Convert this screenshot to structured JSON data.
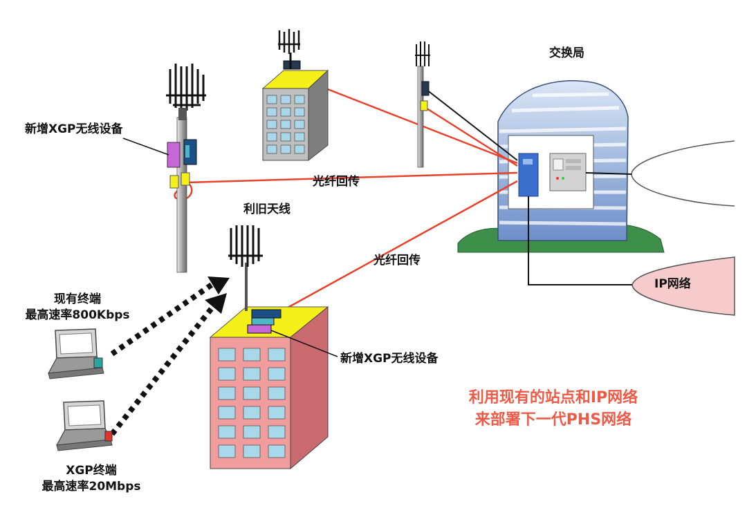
{
  "labels": {
    "exchange": "交换局",
    "new_equipment_top": "新增XGP无线设备",
    "fiber_backhaul_1": "光纤回传",
    "reuse_antenna": "利旧天线",
    "fiber_backhaul_2": "光纤回传",
    "existing_terminal": "现有终端",
    "existing_rate": "最高速率800Kbps",
    "new_equipment_bottom": "新增XGP无线设备",
    "xgp_terminal": "XGP终端",
    "xgp_rate": "最高速率20Mbps",
    "ip_network": "IP网络"
  },
  "slogan": {
    "line1": "利用现有的站点和IP网络",
    "line2": "来部署下一代PHS网络"
  },
  "colors": {
    "fiber": "#e8412a",
    "slogan": "#ef5a46",
    "building_front": "#f19d9d",
    "window": "#a8d8ea",
    "cloud_fill": "#f6cbcb",
    "site_top": "#f5ef1a",
    "xgp_device": "#c567d6",
    "exchange_blue": "#3a6fcf"
  }
}
